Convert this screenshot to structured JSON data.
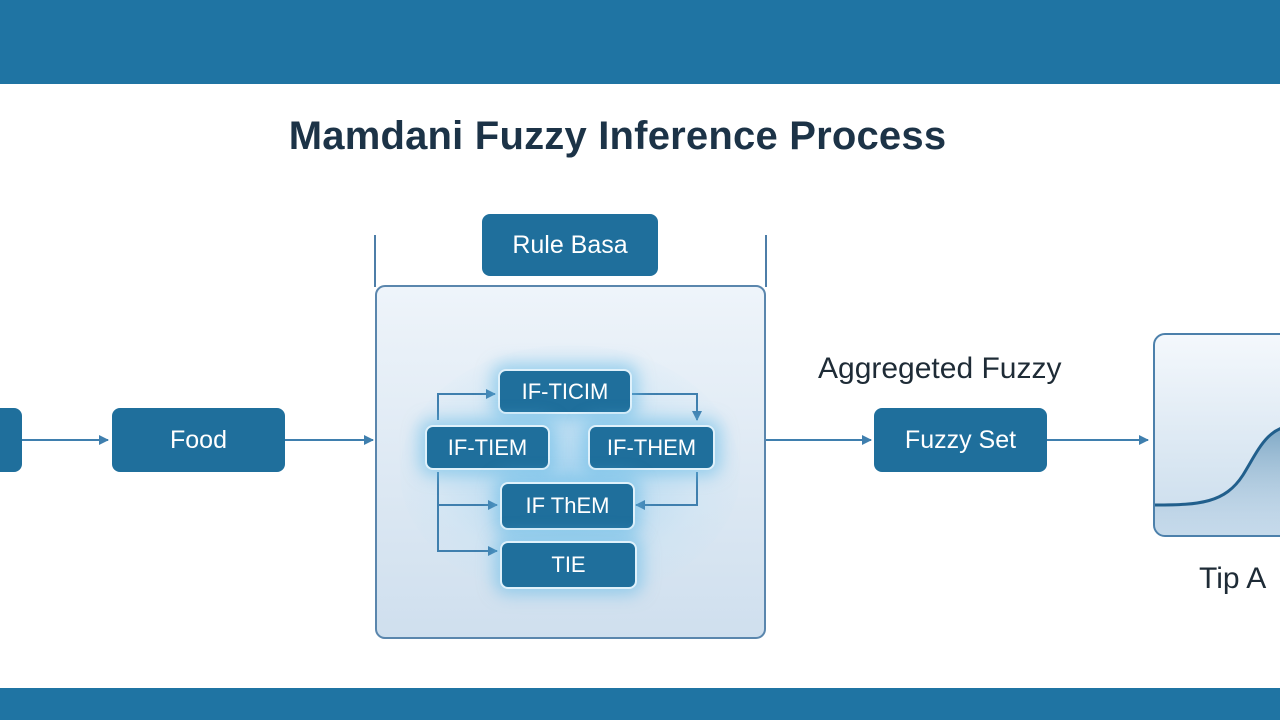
{
  "diagram": {
    "title": "Mamdani Fuzzy Inference Process",
    "nodes": {
      "food": "Food",
      "rule_base": "Rule Basa",
      "rule_1": "IF-TICIM",
      "rule_2": "IF-TIEM",
      "rule_3": "IF-THEM",
      "rule_4": "IF ThEM",
      "rule_5": "TIE",
      "fuzzy_set": "Fuzzy Set",
      "aggregated_label": "Aggregeted Fuzzy",
      "output_label": "Tip A"
    }
  },
  "colors": {
    "band": "#1f74a3",
    "node": "#1f6f9c",
    "arrow": "#3f7fae",
    "title": "#1c3347"
  }
}
